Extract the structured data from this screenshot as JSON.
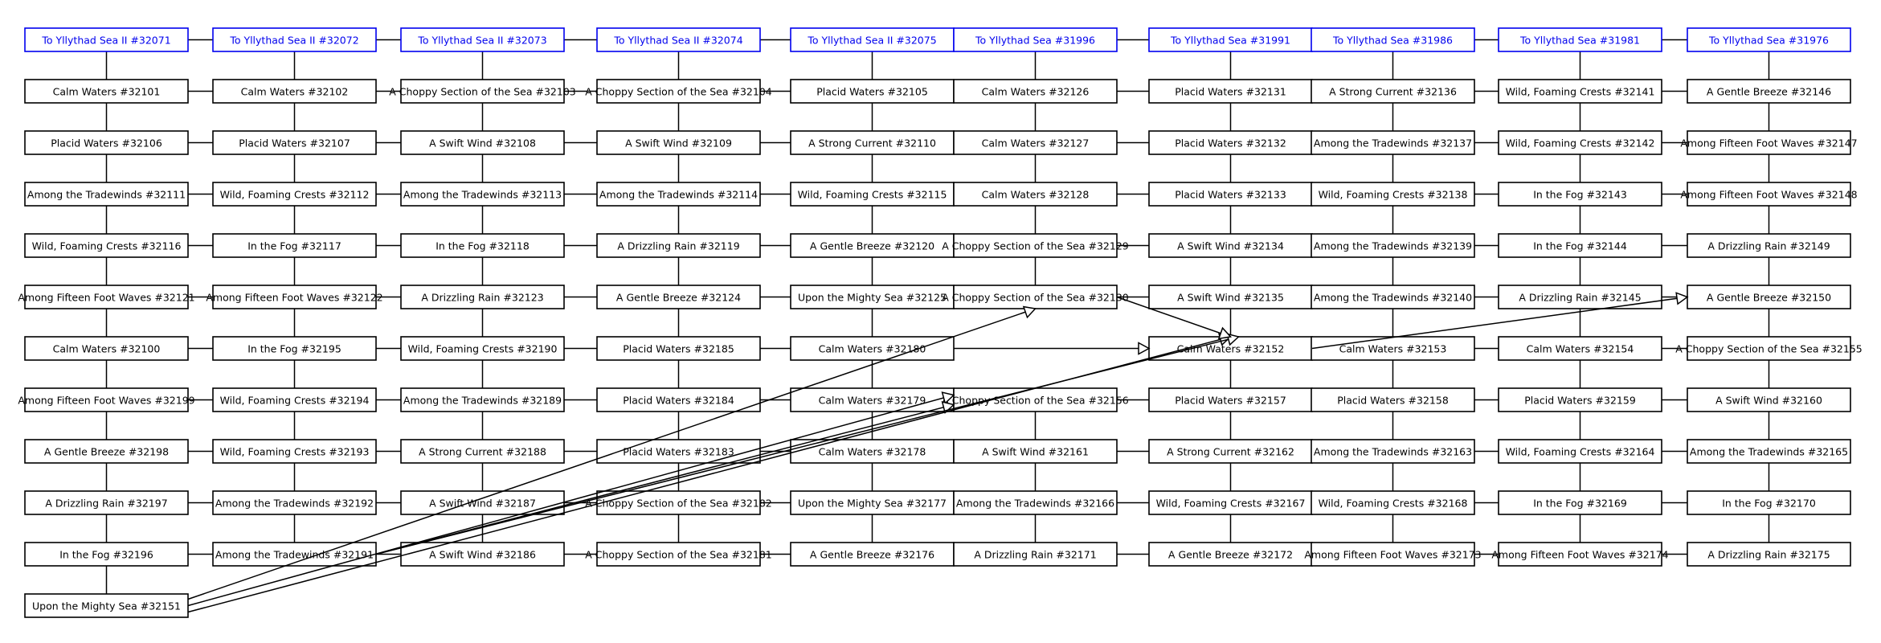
{
  "diagram": {
    "columns": [
      {
        "exit": "To Yllythad Sea II #32071",
        "rooms": [
          "Calm Waters #32101",
          "Placid Waters #32106",
          "Among the Tradewinds #32111",
          "Wild, Foaming Crests #32116",
          "Among Fifteen Foot Waves #32121",
          "Calm Waters #32100",
          "Among Fifteen Foot Waves #32199",
          "A Gentle Breeze #32198",
          "A Drizzling Rain #32197",
          "In the Fog #32196",
          "Upon the Mighty Sea #32151"
        ]
      },
      {
        "exit": "To Yllythad Sea II #32072",
        "rooms": [
          "Calm Waters #32102",
          "Placid Waters #32107",
          "Wild, Foaming Crests #32112",
          "In the Fog #32117",
          "Among Fifteen Foot Waves #32122",
          "In the Fog #32195",
          "Wild, Foaming Crests #32194",
          "Wild, Foaming Crests #32193",
          "Among the Tradewinds #32192",
          "Among the Tradewinds #32191"
        ]
      },
      {
        "exit": "To Yllythad Sea II #32073",
        "rooms": [
          "A Choppy Section of the Sea #32103",
          "A Swift Wind #32108",
          "Among the Tradewinds #32113",
          "In the Fog #32118",
          "A Drizzling Rain #32123",
          "Wild, Foaming Crests #32190",
          "Among the Tradewinds #32189",
          "A Strong Current #32188",
          "A Swift Wind #32187",
          "A Swift Wind #32186"
        ]
      },
      {
        "exit": "To Yllythad Sea II #32074",
        "rooms": [
          "A Choppy Section of the Sea #32104",
          "A Swift Wind #32109",
          "Among the Tradewinds #32114",
          "A Drizzling Rain #32119",
          "A Gentle Breeze #32124",
          "Placid Waters #32185",
          "Placid Waters #32184",
          "Placid Waters #32183",
          "A Choppy Section of the Sea #32182",
          "A Choppy Section of the Sea #32181"
        ]
      },
      {
        "exit": "To Yllythad Sea II #32075",
        "rooms": [
          "Placid Waters #32105",
          "A Strong Current #32110",
          "Wild, Foaming Crests #32115",
          "A Gentle Breeze #32120",
          "Upon the Mighty Sea #32125",
          "Calm Waters #32180",
          "Calm Waters #32179",
          "Calm Waters #32178",
          "Upon the Mighty Sea #32177",
          "A Gentle Breeze #32176"
        ]
      },
      {
        "exit": "To Yllythad Sea #31996",
        "rooms": [
          "Calm Waters #32126",
          "Calm Waters #32127",
          "Calm Waters #32128",
          "A Choppy Section of the Sea #32129",
          "A Choppy Section of the Sea #32130",
          "",
          "A Choppy Section of the Sea #32156",
          "A Swift Wind #32161",
          "Among the Tradewinds #32166",
          "A Drizzling Rain #32171"
        ]
      },
      {
        "exit": "To Yllythad Sea #31991",
        "rooms": [
          "Placid Waters #32131",
          "Placid Waters #32132",
          "Placid Waters #32133",
          "A Swift Wind #32134",
          "A Swift Wind #32135",
          "Calm Waters #32152",
          "Placid Waters #32157",
          "A Strong Current #32162",
          "Wild, Foaming Crests #32167",
          "A Gentle Breeze #32172"
        ]
      },
      {
        "exit": "To Yllythad Sea #31986",
        "rooms": [
          "A Strong Current #32136",
          "Among the Tradewinds #32137",
          "Wild, Foaming Crests #32138",
          "Among the Tradewinds #32139",
          "Among the Tradewinds #32140",
          "Calm Waters #32153",
          "Placid Waters #32158",
          "Among the Tradewinds #32163",
          "Wild, Foaming Crests #32168",
          "Among Fifteen Foot Waves #32173"
        ]
      },
      {
        "exit": "To Yllythad Sea #31981",
        "rooms": [
          "Wild, Foaming Crests #32141",
          "Wild, Foaming Crests #32142",
          "In the Fog #32143",
          "In the Fog #32144",
          "A Drizzling Rain #32145",
          "Calm Waters #32154",
          "Placid Waters #32159",
          "Wild, Foaming Crests #32164",
          "In the Fog #32169",
          "Among Fifteen Foot Waves #32174"
        ]
      },
      {
        "exit": "To Yllythad Sea #31976",
        "rooms": [
          "A Gentle Breeze #32146",
          "Among Fifteen Foot Waves #32147",
          "Among Fifteen Foot Waves #32148",
          "A Drizzling Rain #32149",
          "A Gentle Breeze #32150",
          "A Choppy Section of the Sea #32155",
          "A Swift Wind #32160",
          "Among the Tradewinds #32165",
          "In the Fog #32170",
          "A Drizzling Rain #32175"
        ]
      }
    ],
    "special_links": [
      {
        "from": "Upon the Mighty Sea #32151",
        "to": "A Choppy Section of the Sea #32130"
      },
      {
        "from": "Upon the Mighty Sea #32151",
        "to": "A Choppy Section of the Sea #32156"
      },
      {
        "from": "Upon the Mighty Sea #32151",
        "to": "Calm Waters #32152"
      },
      {
        "from": "Among the Tradewinds #32191",
        "to": "A Choppy Section of the Sea #32156"
      },
      {
        "from": "Among the Tradewinds #32191",
        "to": "Calm Waters #32152"
      },
      {
        "from": "Calm Waters #32180",
        "to": "Calm Waters #32152"
      },
      {
        "from": "Calm Waters #32152",
        "to": "A Gentle Breeze #32150"
      },
      {
        "from": "A Choppy Section of the Sea #32130",
        "to": "Calm Waters #32152"
      }
    ]
  }
}
